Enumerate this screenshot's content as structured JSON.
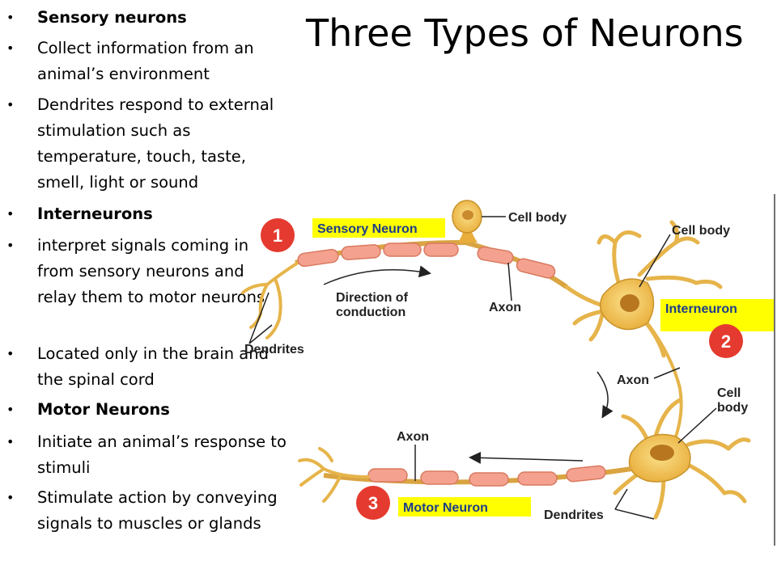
{
  "slide": {
    "title": "Three Types of Neurons"
  },
  "bullets": [
    {
      "text": "Sensory neurons",
      "heading": true
    },
    {
      "text": "Collect information from an animal’s environment"
    },
    {
      "text": "Dendrites respond to external stimulation such as temperature, touch, taste, smell, light or sound"
    },
    {
      "text": "Interneurons",
      "heading": true
    },
    {
      "text": "interpret signals coming in from sensory neurons and relay them to motor neurons"
    },
    {
      "text": "Located only in the brain and the spinal cord"
    },
    {
      "text": "Motor Neurons",
      "heading": true
    },
    {
      "text": "Initiate an animal’s response to stimuli"
    },
    {
      "text": "Stimulate action by conveying signals to muscles or glands"
    }
  ],
  "diagram": {
    "markers": [
      "1",
      "2",
      "3"
    ],
    "sensory_label": "Sensory Neuron",
    "inter_label": "Interneuron",
    "motor_label": "Motor Neuron",
    "cell_body_1": "Cell body",
    "cell_body_2": "Cell body",
    "cell_body_3a": "Cell",
    "cell_body_3b": "body",
    "axon_1": "Axon",
    "axon_2": "Axon",
    "axon_3": "Axon",
    "direction_a": "Direction of",
    "direction_b": "conduction",
    "dendrites_1": "Dendrites",
    "dendrites_2": "Dendrites"
  },
  "colors": {
    "highlight": "#ffff00",
    "marker": "#e53a2f",
    "neuron": "#f2c24f",
    "neuron_dark": "#c8922a",
    "myelin": "#f4a28f",
    "label": "#1d3c8a"
  }
}
